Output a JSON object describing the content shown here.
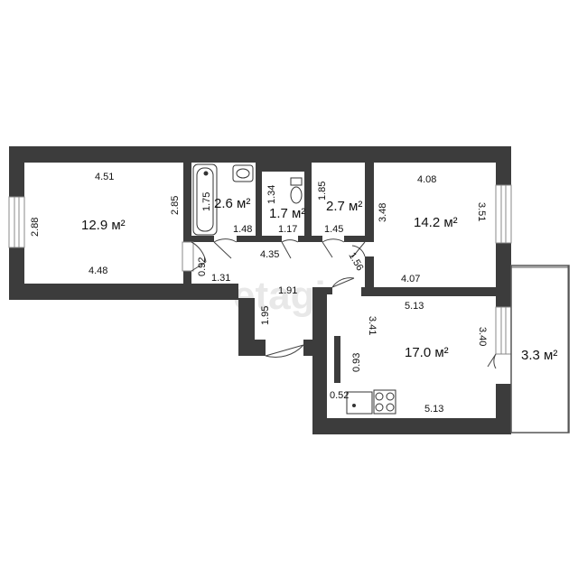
{
  "watermark": "etagi",
  "rooms": {
    "room_left": "12.9 м²",
    "bathroom": "2.6 м²",
    "toilet": "1.7 м²",
    "closet": "2.7 м²",
    "room_right": "14.2 м²",
    "kitchen": "17.0 м²",
    "balcony": "3.3 м²"
  },
  "dimensions": {
    "left_top": "4.51",
    "left_bottom": "4.48",
    "left_side": "2.88",
    "left_inner": "2.85",
    "bath_side": "1.75",
    "bath_bottom": "1.48",
    "toilet_side": "1.34",
    "toilet_bottom": "1.17",
    "closet_side": "1.85",
    "closet_bottom": "1.45",
    "hall_length": "4.35",
    "hall_door_left": "0.92",
    "hall_left": "1.31",
    "hall_center": "1.91",
    "hall_side": "1.95",
    "hall_door_right": "1.56",
    "right_top": "4.08",
    "right_bottom": "4.07",
    "right_left": "3.48",
    "right_right": "3.51",
    "kitchen_top": "5.13",
    "kitchen_bottom": "5.13",
    "kitchen_inner": "3.41",
    "kitchen_side": "3.40",
    "kitchen_door": "0.93",
    "kitchen_sink": "0.52"
  }
}
